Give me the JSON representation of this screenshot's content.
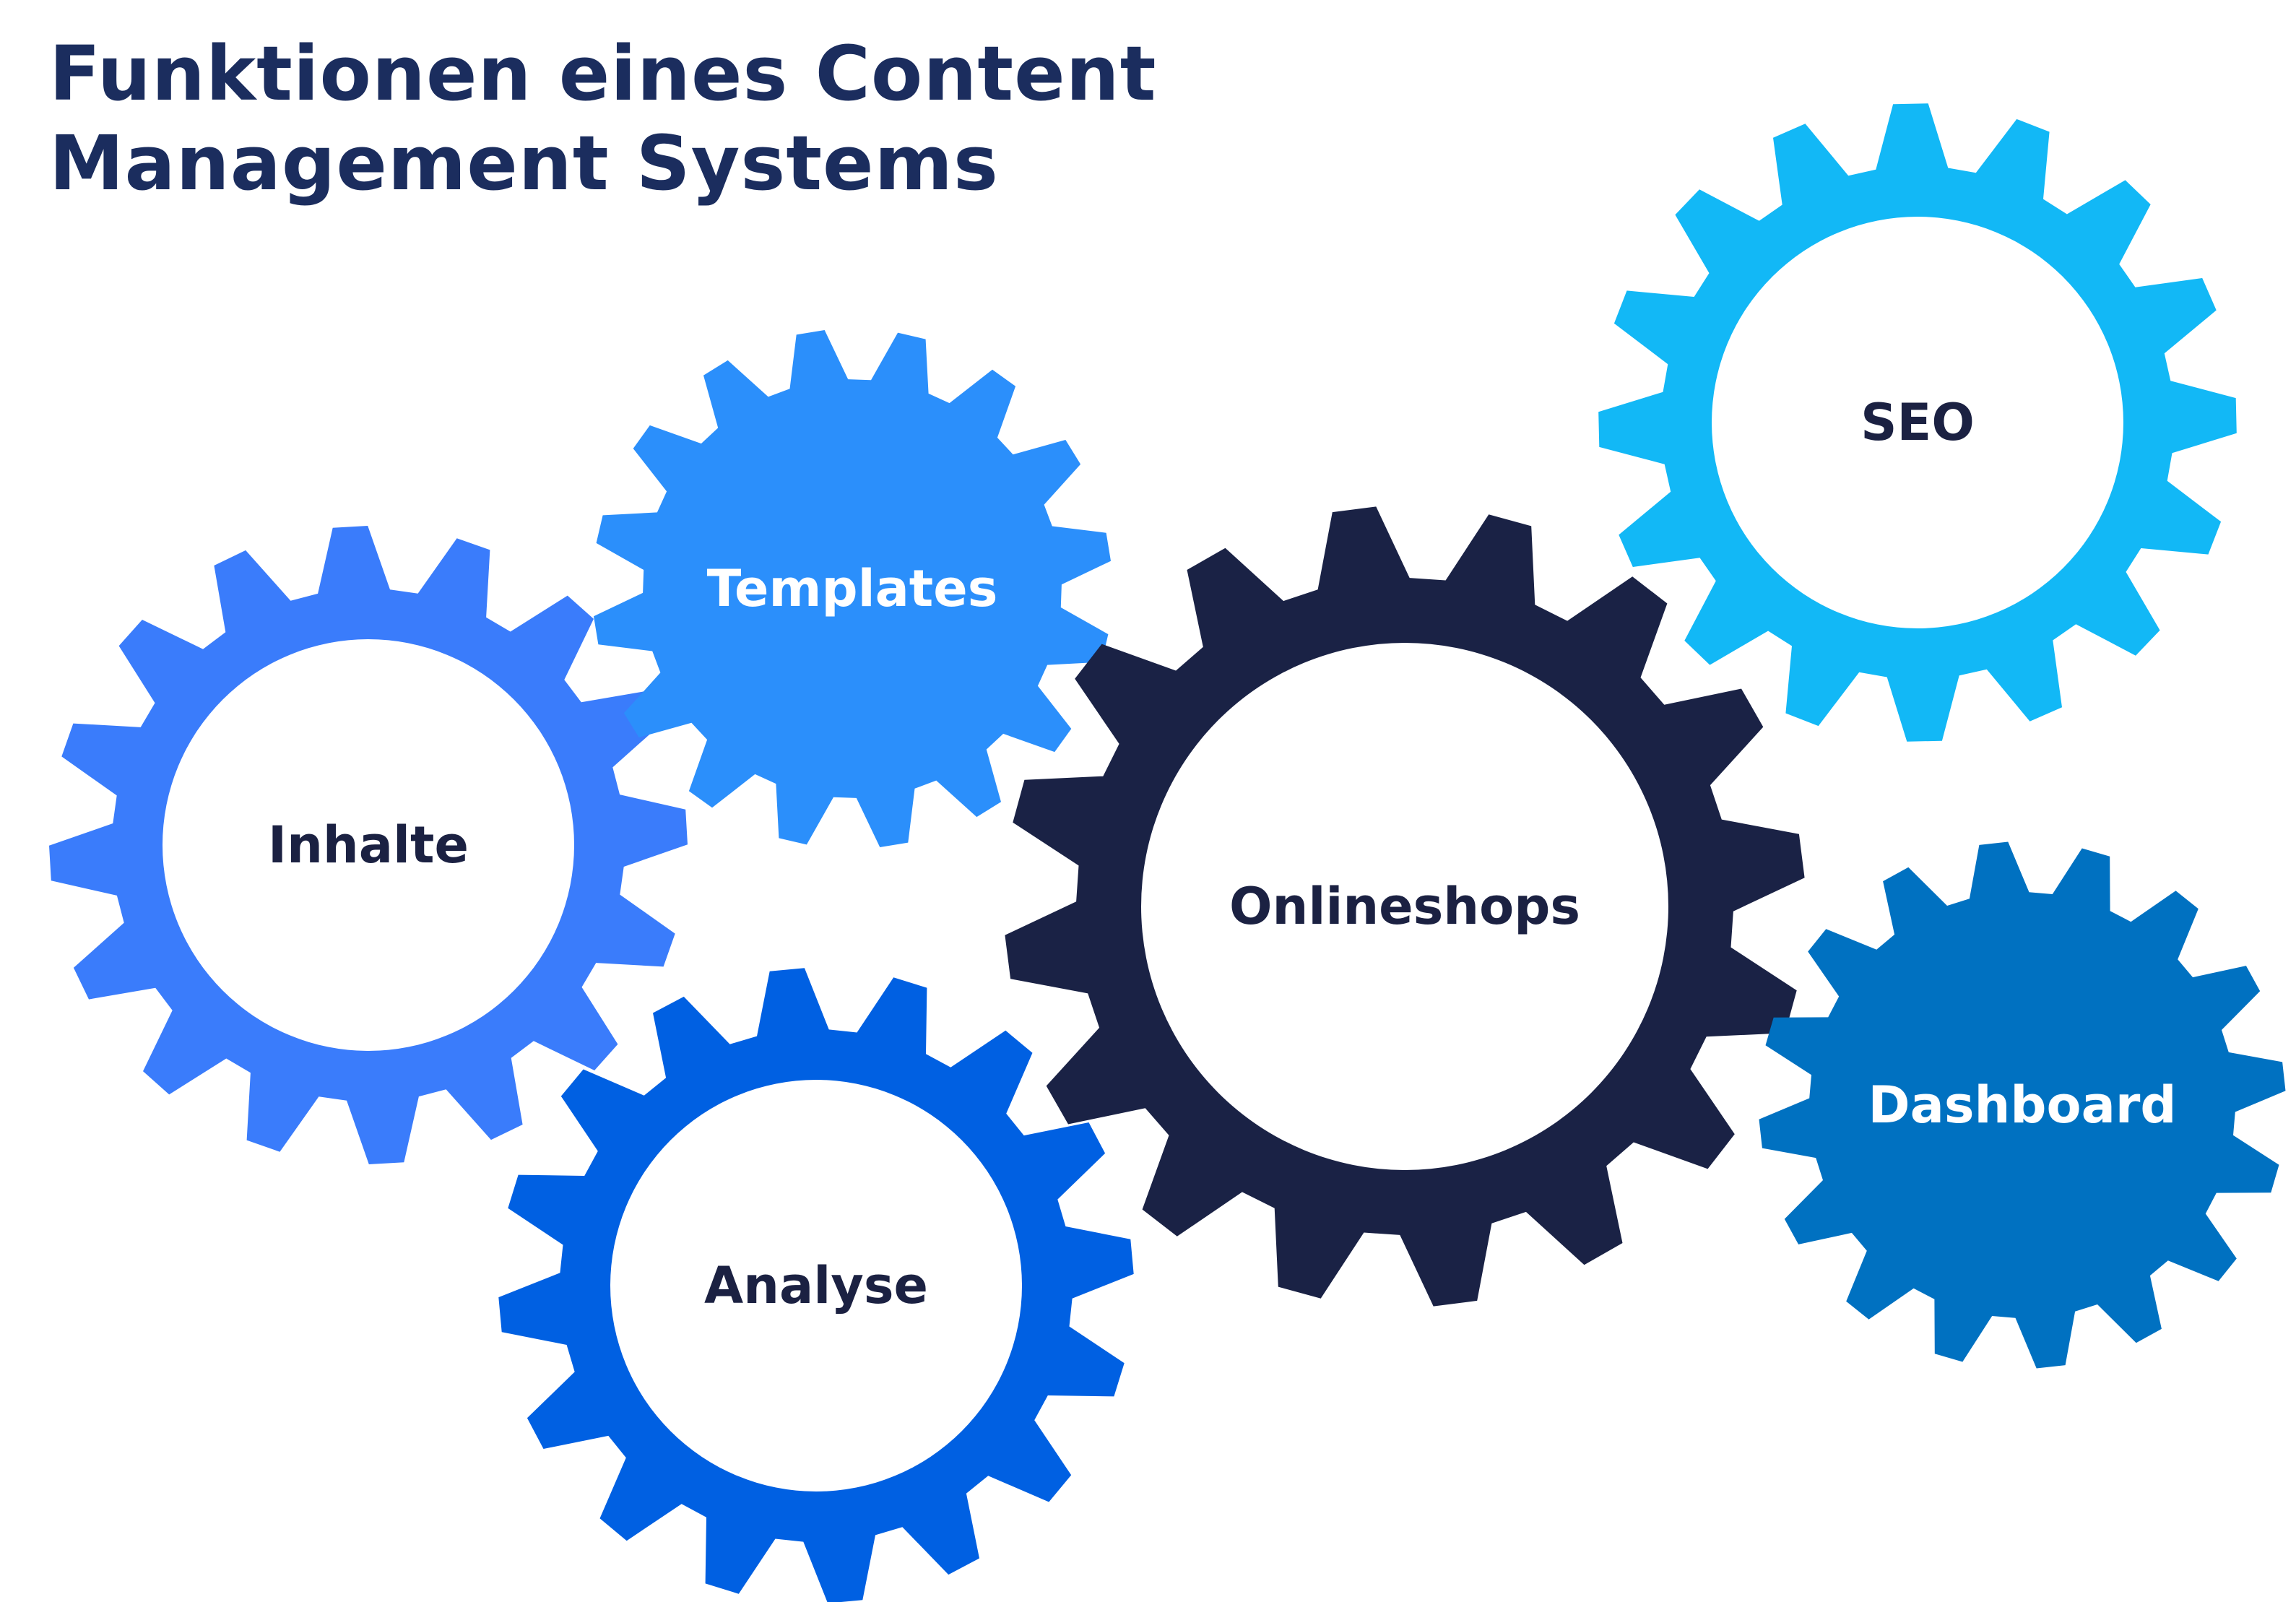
{
  "title": {
    "line1": "Funktionen eines Content",
    "line2": "Management Systems"
  },
  "colors": {
    "title": "#1b2d5e",
    "dark_text": "#1b2142",
    "light_text": "#ffffff"
  },
  "gears": [
    {
      "id": "inhalte",
      "label": "Inhalte",
      "color": "#3a7cfb",
      "text_color": "#1b2142",
      "hole": true
    },
    {
      "id": "templates",
      "label": "Templates",
      "color": "#2b8ffb",
      "text_color": "#ffffff",
      "hole": false
    },
    {
      "id": "analyse",
      "label": "Analyse",
      "color": "#0060e2",
      "text_color": "#1b2142",
      "hole": true
    },
    {
      "id": "onlineshops",
      "label": "Onlineshops",
      "color": "#1a2245",
      "text_color": "#1b2142",
      "hole": true
    },
    {
      "id": "seo",
      "label": "SEO",
      "color": "#12b8f6",
      "text_color": "#1b2142",
      "hole": true
    },
    {
      "id": "dashboard",
      "label": "Dashboard",
      "color": "#0071c1",
      "text_color": "#ffffff",
      "hole": false
    }
  ]
}
